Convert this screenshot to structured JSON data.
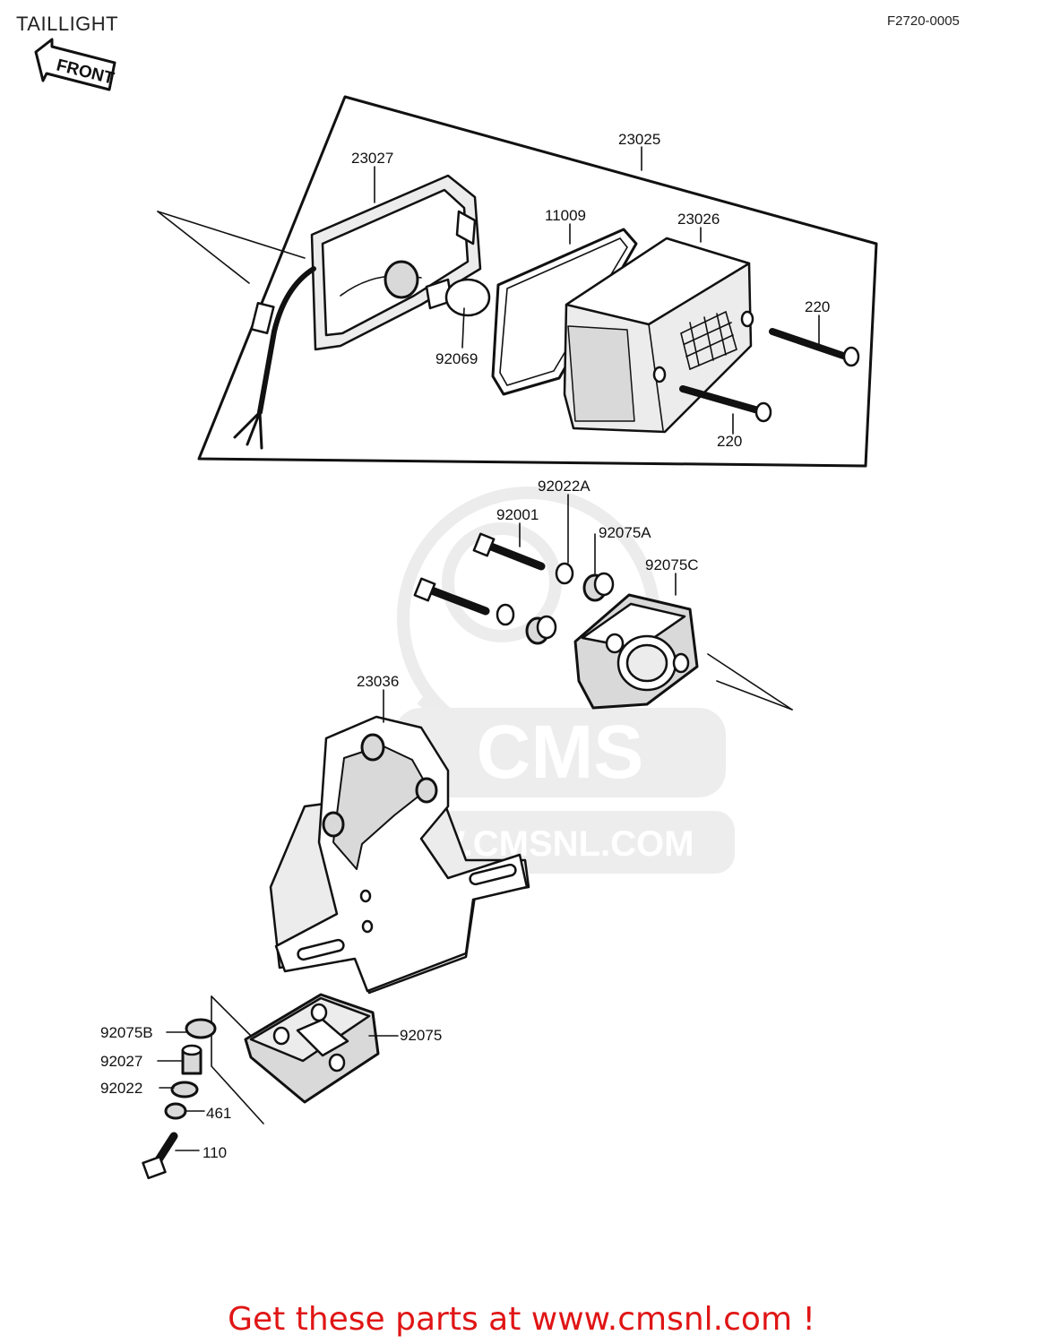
{
  "header": {
    "title": "TAILLIGHT",
    "diagram_code": "F2720-0005",
    "front_label": "FRONT"
  },
  "watermark": {
    "brand": "CMS",
    "url": "WWW.CMSNL.COM"
  },
  "parts": {
    "p23025": "23025",
    "p23027": "23027",
    "p11009": "11009",
    "p23026": "23026",
    "p220a": "220",
    "p220b": "220",
    "p92069": "92069",
    "p92022A": "92022A",
    "p92001": "92001",
    "p92075A": "92075A",
    "p92075C": "92075C",
    "p23036": "23036",
    "p92075B": "92075B",
    "p92027": "92027",
    "p92022": "92022",
    "p461": "461",
    "p110": "110",
    "p92075": "92075"
  },
  "footer": {
    "cta": "Get these parts at www.cmsnl.com !"
  }
}
